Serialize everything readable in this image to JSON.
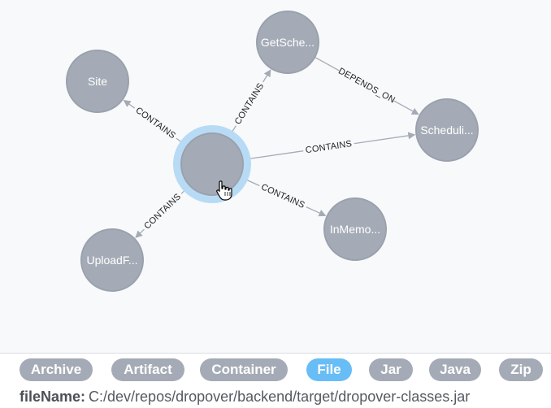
{
  "graph": {
    "nodes": [
      {
        "id": "center",
        "label": ""
      },
      {
        "id": "site",
        "label": "Site"
      },
      {
        "id": "getsche",
        "label": "GetSche..."
      },
      {
        "id": "scheduli",
        "label": "Scheduli..."
      },
      {
        "id": "inmemo",
        "label": "InMemo..."
      },
      {
        "id": "uploadf",
        "label": "UploadF..."
      }
    ],
    "edges": [
      {
        "id": "e1",
        "label": "CONTAINS"
      },
      {
        "id": "e2",
        "label": "CONTAINS"
      },
      {
        "id": "e3",
        "label": "DEPENDS_ON"
      },
      {
        "id": "e4",
        "label": "CONTAINS"
      },
      {
        "id": "e5",
        "label": "CONTAINS"
      },
      {
        "id": "e6",
        "label": "CONTAINS"
      }
    ],
    "selected_node": "center"
  },
  "labels": [
    "Archive",
    "Artifact",
    "Container",
    "File",
    "Jar",
    "Java",
    "Zip"
  ],
  "active_label": "File",
  "property": {
    "key": "fileName:",
    "value": "C:/dev/repos/dropover/backend/target/dropover-classes.jar"
  },
  "colors": {
    "node_fill": "#a5abb6",
    "node_stroke": "#9aa1ac",
    "selection_ring": "#b8dbf5",
    "edge": "#a5abb6",
    "active_label": "#68bdf6"
  },
  "icons": {
    "cursor": "hand-pointer-icon"
  }
}
